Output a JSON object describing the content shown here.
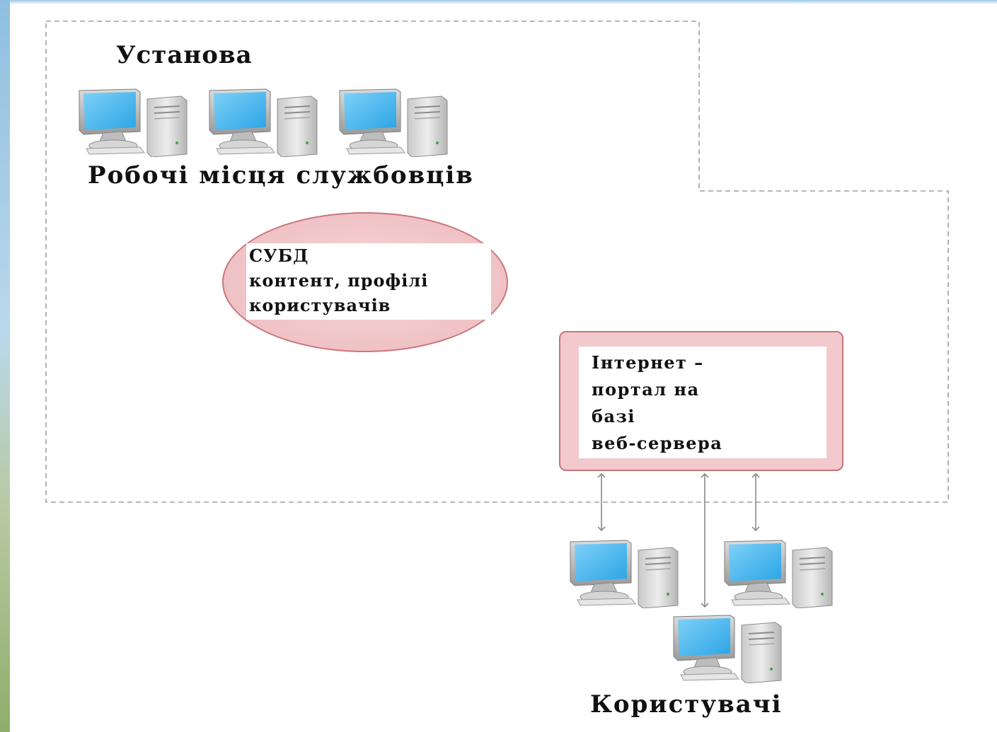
{
  "organization": {
    "title": "Установа",
    "workstations_label": "Робочі місця службовців"
  },
  "database": {
    "lines": [
      "СУБД",
      "контент, профілі",
      "користувачів"
    ]
  },
  "portal": {
    "lines": [
      "Інтернет –",
      "портал на",
      "базі",
      "веб-сервера"
    ]
  },
  "users": {
    "label": "Користувачі"
  },
  "colors": {
    "node_fill": "#f2c9cc",
    "node_border": "#c8747a",
    "boundary": "#a0a0a0",
    "link": "#8a8a8a",
    "monitor_screen": "#2aa5e6"
  },
  "icons": [
    "desktop-computer-icon"
  ]
}
